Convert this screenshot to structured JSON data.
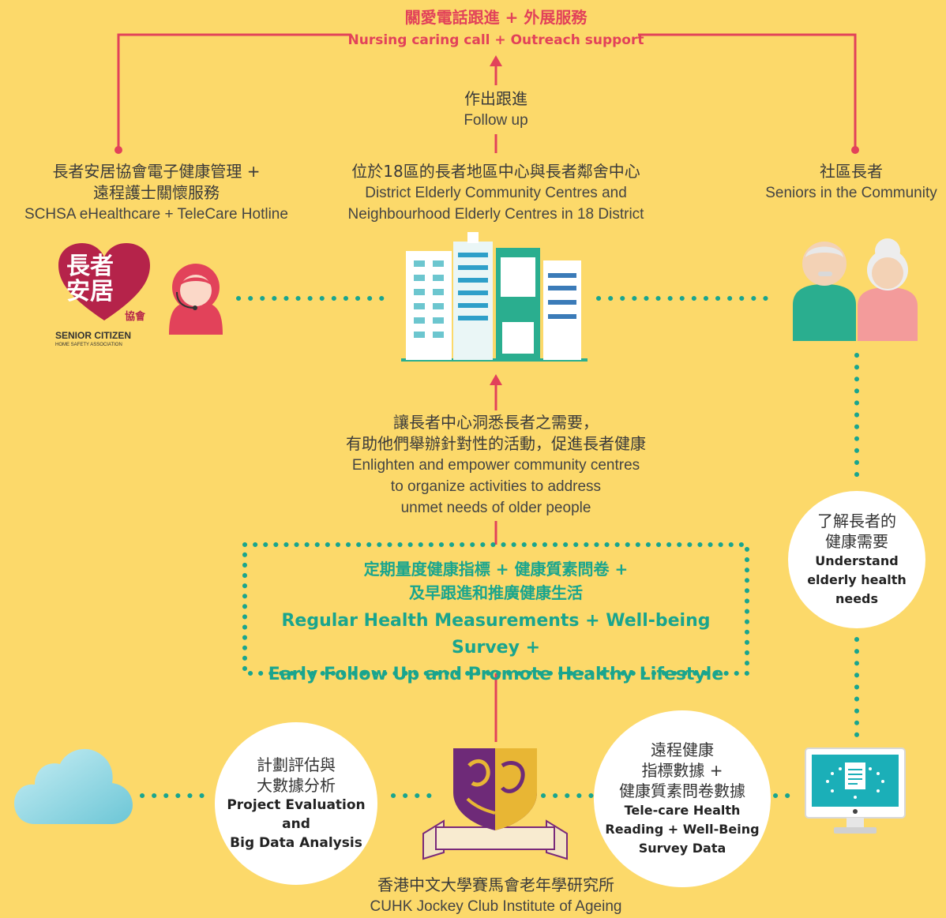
{
  "top": {
    "zh": "關愛電話跟進 + 外展服務",
    "en": "Nursing caring call + Outreach support"
  },
  "follow_up": {
    "zh": "作出跟進",
    "en": "Follow up"
  },
  "left_node": {
    "zh1": "長者安居協會電子健康管理 +",
    "zh2": "遠程護士關懷服務",
    "en": "SCHSA eHealthcare + TeleCare Hotline",
    "logo_zh1": "長者",
    "logo_zh2": "安居",
    "logo_small": "協會",
    "logo_en1": "SENIOR CITIZEN",
    "logo_en2": "HOME SAFETY ASSOCIATION"
  },
  "center_node": {
    "zh": "位於18區的長者地區中心與長者鄰舍中心",
    "en1": "District Elderly Community Centres and",
    "en2": "Neighbourhood Elderly Centres in 18 District"
  },
  "right_node": {
    "zh": "社區長者",
    "en": "Seniors in the Community"
  },
  "enlighten": {
    "zh1": "讓長者中心洞悉長者之需要，",
    "zh2": "有助他們舉辦針對性的活動，促進長者健康",
    "en1": "Enlighten and empower community centres",
    "en2": "to organize activities to address",
    "en3": "unmet needs of older people"
  },
  "box": {
    "zh1": "定期量度健康指標 + 健康質素問卷 +",
    "zh2": "及早跟進和推廣健康生活",
    "en1": "Regular Health Measurements + Well-being Survey +",
    "en2": "Early Follow Up and Promote Healthy Lifestyle"
  },
  "understand": {
    "zh1": "了解長者的",
    "zh2": "健康需要",
    "en1": "Understand",
    "en2": "elderly health",
    "en3": "needs"
  },
  "evaluation": {
    "zh1": "計劃評估與",
    "zh2": "大數據分析",
    "en1": "Project Evaluation",
    "en2": "and",
    "en3": "Big Data Analysis"
  },
  "telecare": {
    "zh1": "遠程健康",
    "zh2": "指標數據 +",
    "zh3": "健康質素問卷數據",
    "en1": "Tele-care Health",
    "en2": "Reading + Well-Being",
    "en3": "Survey Data"
  },
  "cuhk": {
    "zh": "香港中文大學賽馬會老年學研究所",
    "en": "CUHK Jockey Club Institute of Ageing"
  },
  "colors": {
    "background": "#FCD96A",
    "red": "#E2425A",
    "teal": "#19A58E",
    "logo": "#B5234A"
  }
}
